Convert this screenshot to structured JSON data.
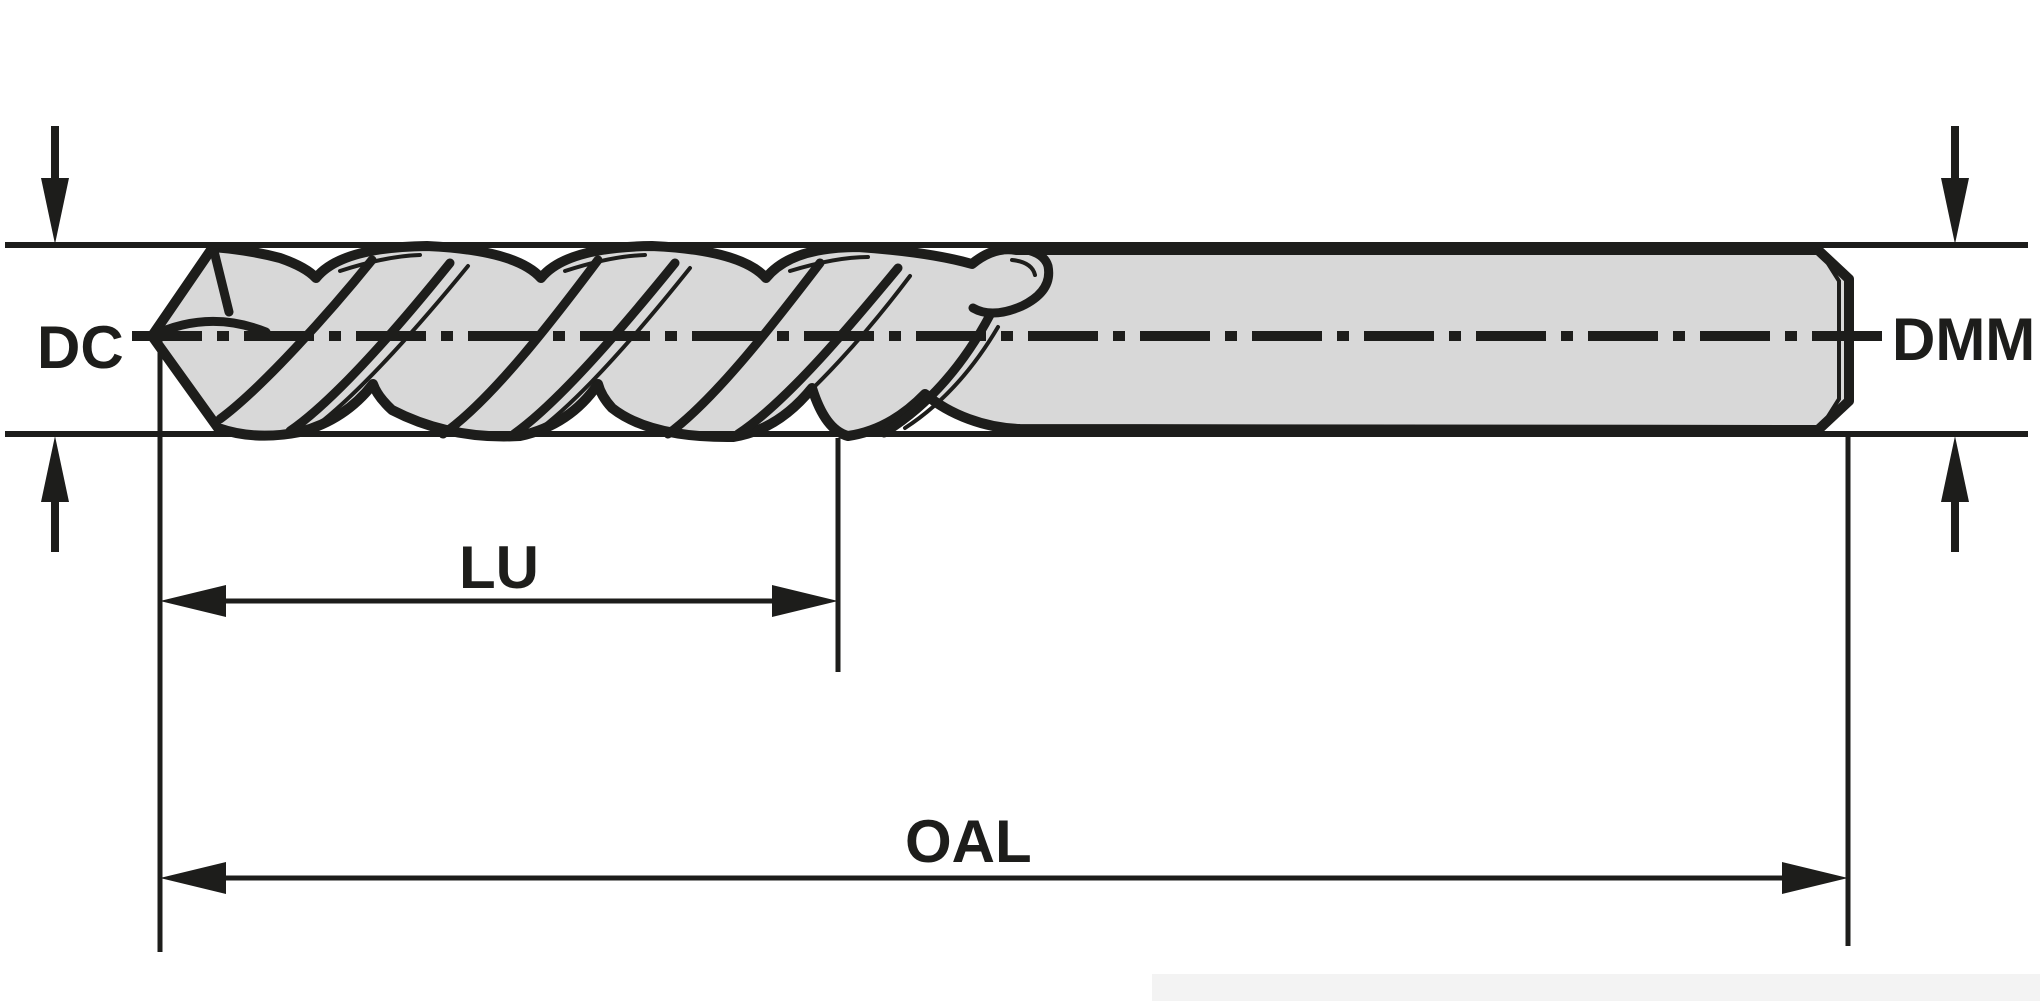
{
  "diagram": {
    "type": "technical-drawing",
    "subject": "twist-drill-side-view-with-dimensions",
    "labels": {
      "dc": "DC",
      "dmm": "DMM",
      "lu": "LU",
      "oal": "OAL"
    },
    "colors": {
      "line": "#1d1d1b",
      "body_fill": "#d8d8d8",
      "background": "#ffffff",
      "faint_band": "#f3f3f3"
    }
  }
}
